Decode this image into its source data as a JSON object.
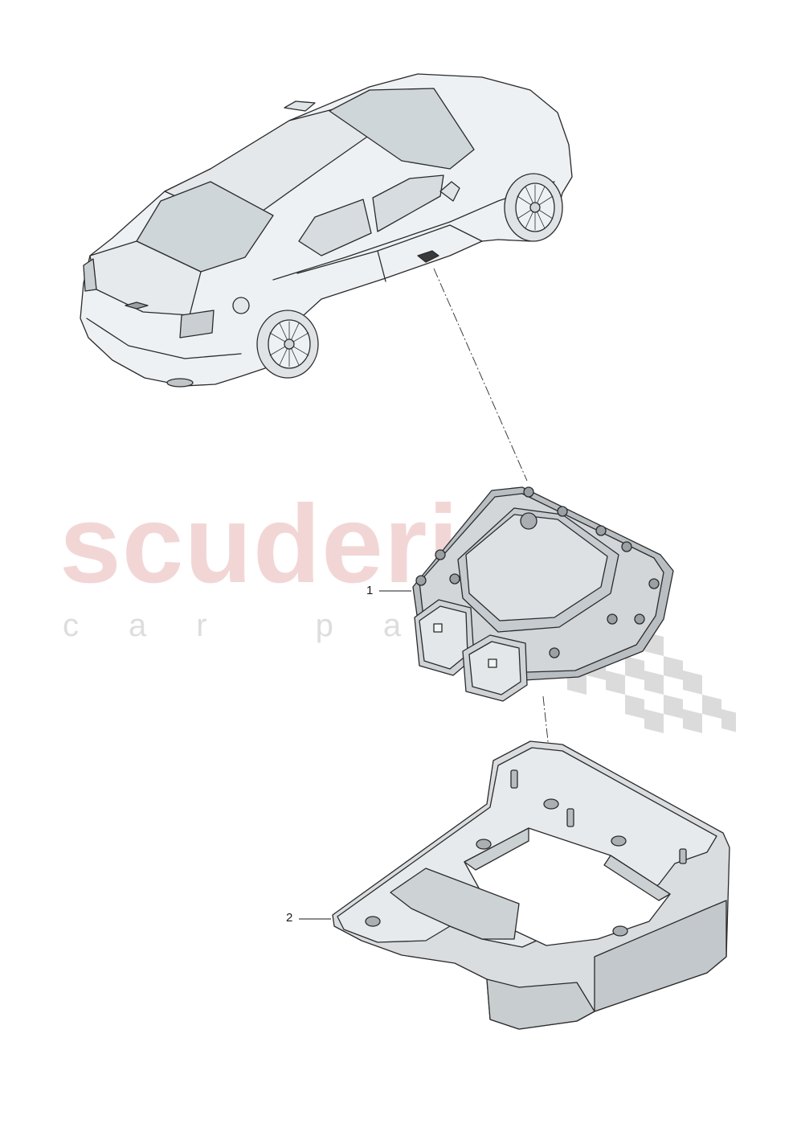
{
  "watermark": {
    "brand": "scuderia",
    "subline": "car parts"
  },
  "callouts": [
    {
      "label": "1",
      "part": "control unit"
    },
    {
      "label": "2",
      "part": "bracket"
    }
  ],
  "colors": {
    "line": "#2a2a2a",
    "body_fill": "#e9edef",
    "glass_fill": "#d3d9dc",
    "part_fill": "#c8ccd0",
    "bracket_fill": "#d9dde0",
    "watermark_red": "#e8b6b6",
    "watermark_grey": "#cfcfcf"
  }
}
